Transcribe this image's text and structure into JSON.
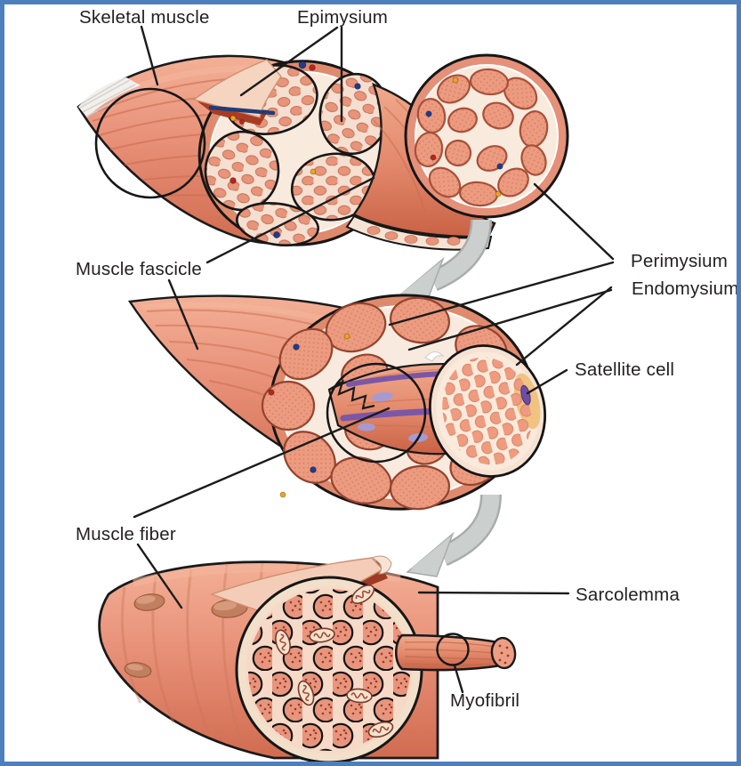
{
  "figure_labels": {
    "skeletal_muscle": "Skeletal muscle",
    "epimysium": "Epimysium",
    "muscle_fascicle": "Muscle fascicle",
    "perimysium": "Perimysium",
    "endomysium": "Endomysium",
    "satellite_cell": "Satellite cell",
    "muscle_fiber": "Muscle fiber",
    "sarcolemma": "Sarcolemma",
    "myofibril": "Myofibril"
  },
  "colors": {
    "frame_border": "#4d7fbe",
    "background": "#ffffff",
    "label_text": "#231f20",
    "muscle_salmon": "#e89078",
    "muscle_highlight": "#f3b096",
    "muscle_shadow": "#c9603f",
    "connective_cream": "#f8eadc",
    "outline_black": "#1a1a1a",
    "vessel_red": "#b5271f",
    "vessel_blue": "#1f3c8c",
    "nerve_yellow": "#eda31d",
    "capillary_purple": "#7c57a8",
    "satellite_purple": "#6c4fa3",
    "satellite_bed_tan": "#f1c381",
    "zoom_arrow_gray": "#c9cdcc"
  }
}
